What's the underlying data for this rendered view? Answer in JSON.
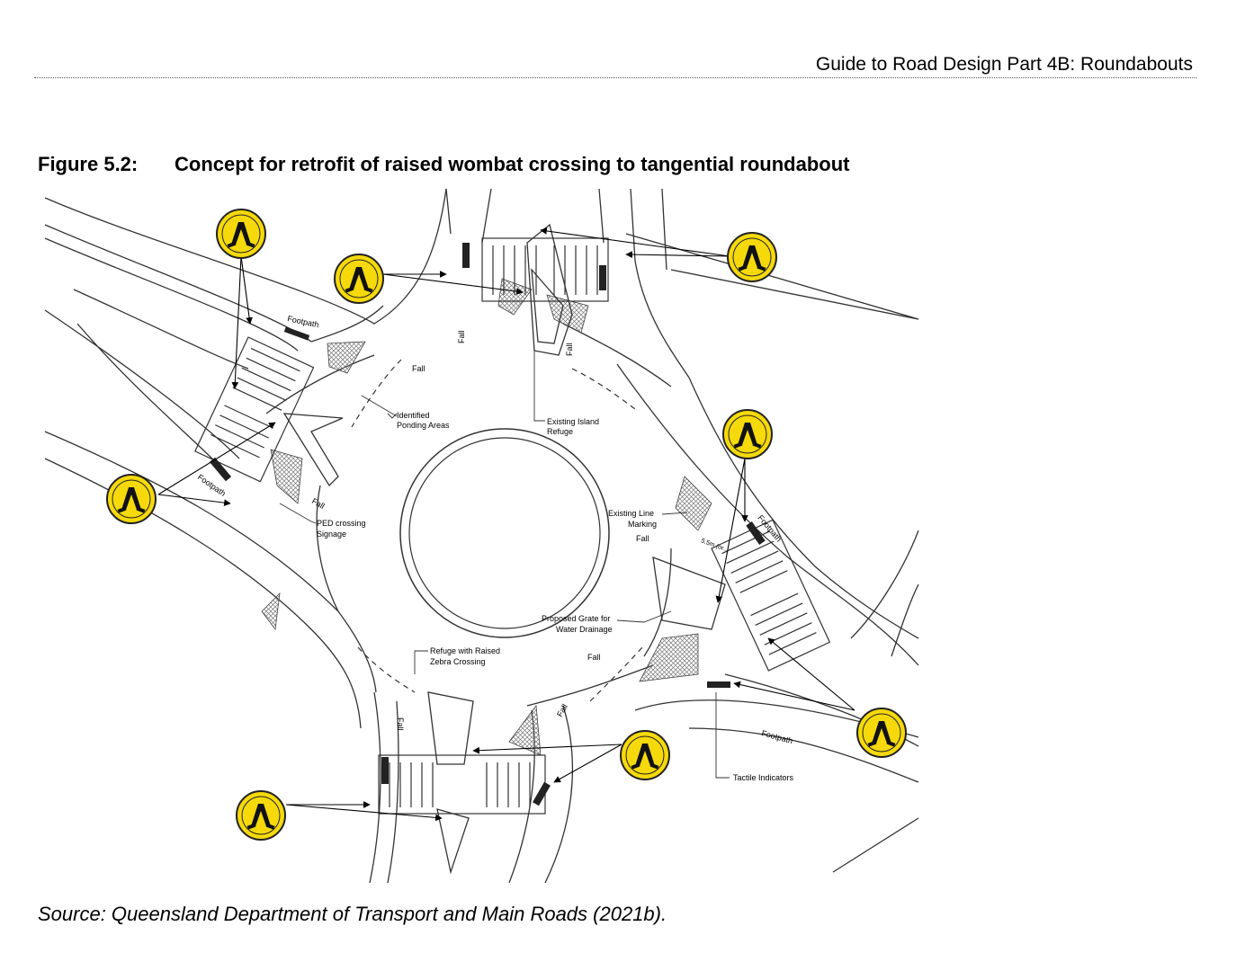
{
  "header": {
    "running_title": "Guide to Road Design Part 4B: Roundabouts"
  },
  "figure": {
    "number": "Figure 5.2:",
    "title": "Concept for retrofit of raised wombat crossing to tangential roundabout",
    "source": "Source: Queensland Department of Transport and Main Roads (2021b)."
  },
  "drawing": {
    "labels": {
      "identified_ponding": [
        "Identified",
        "Ponding Areas"
      ],
      "existing_island": [
        "Existing Island",
        "Refuge"
      ],
      "ped_crossing": [
        "PED crossing",
        "Signage"
      ],
      "existing_line": [
        "Existing Line",
        "Marking"
      ],
      "proposed_grate": [
        "Proposed Grate for",
        "Water Drainage"
      ],
      "refuge_raised": [
        "Refuge with Raised",
        "Zebra Crossing"
      ],
      "tactile": "Tactile Indicators",
      "footpath": "Footpath",
      "fall": "Fall",
      "dim_55": "5.5m (or..."
    },
    "colors": {
      "sign_yellow": "#f5d90a",
      "sign_ring": "#222222",
      "linework": "#333333"
    },
    "sign_icon": "pedestrian-crossing-sign-icon"
  }
}
